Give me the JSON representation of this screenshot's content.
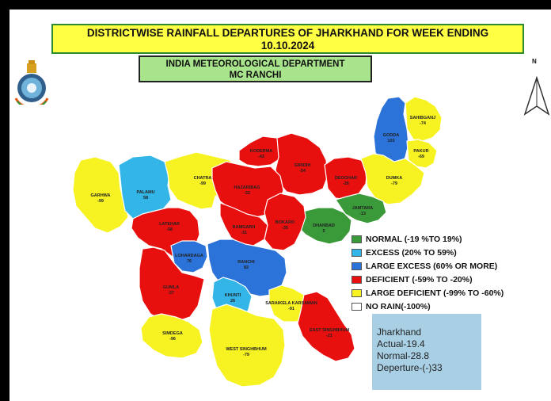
{
  "title": {
    "line1": "DISTRICTWISE RAINFALL DEPARTURES OF JHARKHAND FOR WEEK ENDING",
    "line2": "10.10.2024"
  },
  "agency": {
    "line1": "INDIA METEOROLOGICAL DEPARTMENT",
    "line2": "MC RANCHI"
  },
  "north_label": "N",
  "colors": {
    "normal": "#3a9a3a",
    "excess": "#33b5e8",
    "large_excess": "#2b73d8",
    "deficient": "#e8100f",
    "large_deficient": "#f7f322",
    "no_rain": "#ffffff"
  },
  "legend": [
    {
      "category": "normal",
      "label": "NORMAL (-19 %TO 19%)"
    },
    {
      "category": "excess",
      "label": "EXCESS (20% TO 59%)"
    },
    {
      "category": "large_excess",
      "label": "LARGE EXCESS (60% OR MORE)"
    },
    {
      "category": "deficient",
      "label": "DEFICIENT (-59% TO -20%)"
    },
    {
      "category": "large_deficient",
      "label": "LARGE DEFICIENT (-99% TO -60%)"
    },
    {
      "category": "no_rain",
      "label": "NO RAIN(-100%)"
    }
  ],
  "districts": [
    {
      "id": "garhwa",
      "name": "GARHWA",
      "value": "-99",
      "category": "large_deficient"
    },
    {
      "id": "palamu",
      "name": "PALAMU",
      "value": "58",
      "category": "excess"
    },
    {
      "id": "chatra",
      "name": "CHATRA",
      "value": "-99",
      "category": "large_deficient"
    },
    {
      "id": "latehar",
      "name": "LATEHAR",
      "value": "-58",
      "category": "deficient"
    },
    {
      "id": "koderma",
      "name": "KODERMA",
      "value": "-43",
      "category": "deficient"
    },
    {
      "id": "giridih",
      "name": "GIRIDIH",
      "value": "-54",
      "category": "deficient"
    },
    {
      "id": "deoghar",
      "name": "DEOGHAR",
      "value": "-26",
      "category": "deficient"
    },
    {
      "id": "godda",
      "name": "GODDA",
      "value": "103",
      "category": "large_excess"
    },
    {
      "id": "sahibganj",
      "name": "SAHIBGANJ",
      "value": "-74",
      "category": "large_deficient"
    },
    {
      "id": "pakur",
      "name": "PAKUR",
      "value": "-69",
      "category": "large_deficient"
    },
    {
      "id": "dumka",
      "name": "DUMKA",
      "value": "-79",
      "category": "large_deficient"
    },
    {
      "id": "jamtara",
      "name": "JAMTARA",
      "value": "-13",
      "category": "normal"
    },
    {
      "id": "dhanbad",
      "name": "DHANBAD",
      "value": "5",
      "category": "normal"
    },
    {
      "id": "hazaribag",
      "name": "HAZARIBAG",
      "value": "-32",
      "category": "deficient"
    },
    {
      "id": "ramgarh",
      "name": "RAMGARH",
      "value": "-31",
      "category": "deficient"
    },
    {
      "id": "bokaro",
      "name": "BOKARO",
      "value": "-35",
      "category": "deficient"
    },
    {
      "id": "lohardaga",
      "name": "LOHARDAGA",
      "value": "76",
      "category": "large_excess"
    },
    {
      "id": "ranchi",
      "name": "RANCHI",
      "value": "82",
      "category": "large_excess"
    },
    {
      "id": "gumla",
      "name": "GUMLA",
      "value": "-37",
      "category": "deficient"
    },
    {
      "id": "khunti",
      "name": "KHUNTI",
      "value": "26",
      "category": "excess"
    },
    {
      "id": "simdega",
      "name": "SIMDEGA",
      "value": "-96",
      "category": "large_deficient"
    },
    {
      "id": "west_singhbhum",
      "name": "WEST SINGHBHUM",
      "value": "-79",
      "category": "large_deficient"
    },
    {
      "id": "seraikela",
      "name": "SARAIKELA KARSAWAN",
      "value": "-91",
      "category": "large_deficient"
    },
    {
      "id": "east_singhbhum",
      "name": "EAST SINGHBHUM",
      "value": "-21",
      "category": "deficient"
    }
  ],
  "summary": {
    "region": "Jharkhand",
    "actual": "Actual-19.4",
    "normal": "Normal-28.8",
    "departure": "Deperture-(-)33"
  }
}
